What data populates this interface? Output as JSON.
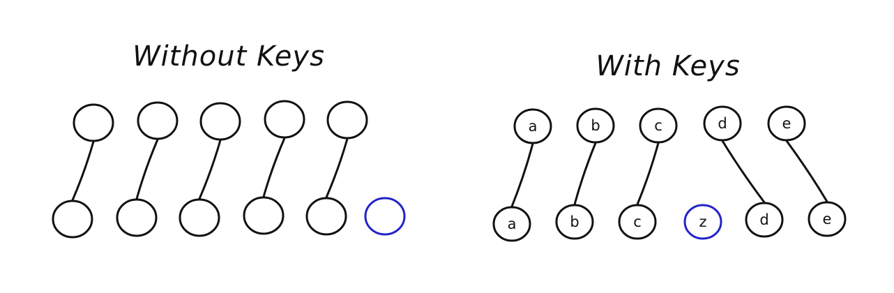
{
  "colors": {
    "stroke": "#111111",
    "highlight": "#2323c8"
  },
  "panels": [
    {
      "title": "Without Keys",
      "top_nodes": [
        {
          "label": ""
        },
        {
          "label": ""
        },
        {
          "label": ""
        },
        {
          "label": ""
        },
        {
          "label": ""
        }
      ],
      "bottom_nodes": [
        {
          "label": ""
        },
        {
          "label": ""
        },
        {
          "label": ""
        },
        {
          "label": ""
        },
        {
          "label": ""
        },
        {
          "label": "",
          "highlight": true
        }
      ],
      "links": [
        [
          0,
          0
        ],
        [
          1,
          1
        ],
        [
          2,
          2
        ],
        [
          3,
          3
        ],
        [
          4,
          4
        ]
      ]
    },
    {
      "title": "With Keys",
      "top_nodes": [
        {
          "label": "a"
        },
        {
          "label": "b"
        },
        {
          "label": "c"
        },
        {
          "label": "d"
        },
        {
          "label": "e"
        }
      ],
      "bottom_nodes": [
        {
          "label": "a"
        },
        {
          "label": "b"
        },
        {
          "label": "c"
        },
        {
          "label": "z",
          "highlight": true
        },
        {
          "label": "d"
        },
        {
          "label": "e"
        }
      ],
      "links": [
        [
          0,
          0
        ],
        [
          1,
          1
        ],
        [
          2,
          2
        ],
        [
          3,
          4
        ],
        [
          4,
          5
        ]
      ]
    }
  ]
}
